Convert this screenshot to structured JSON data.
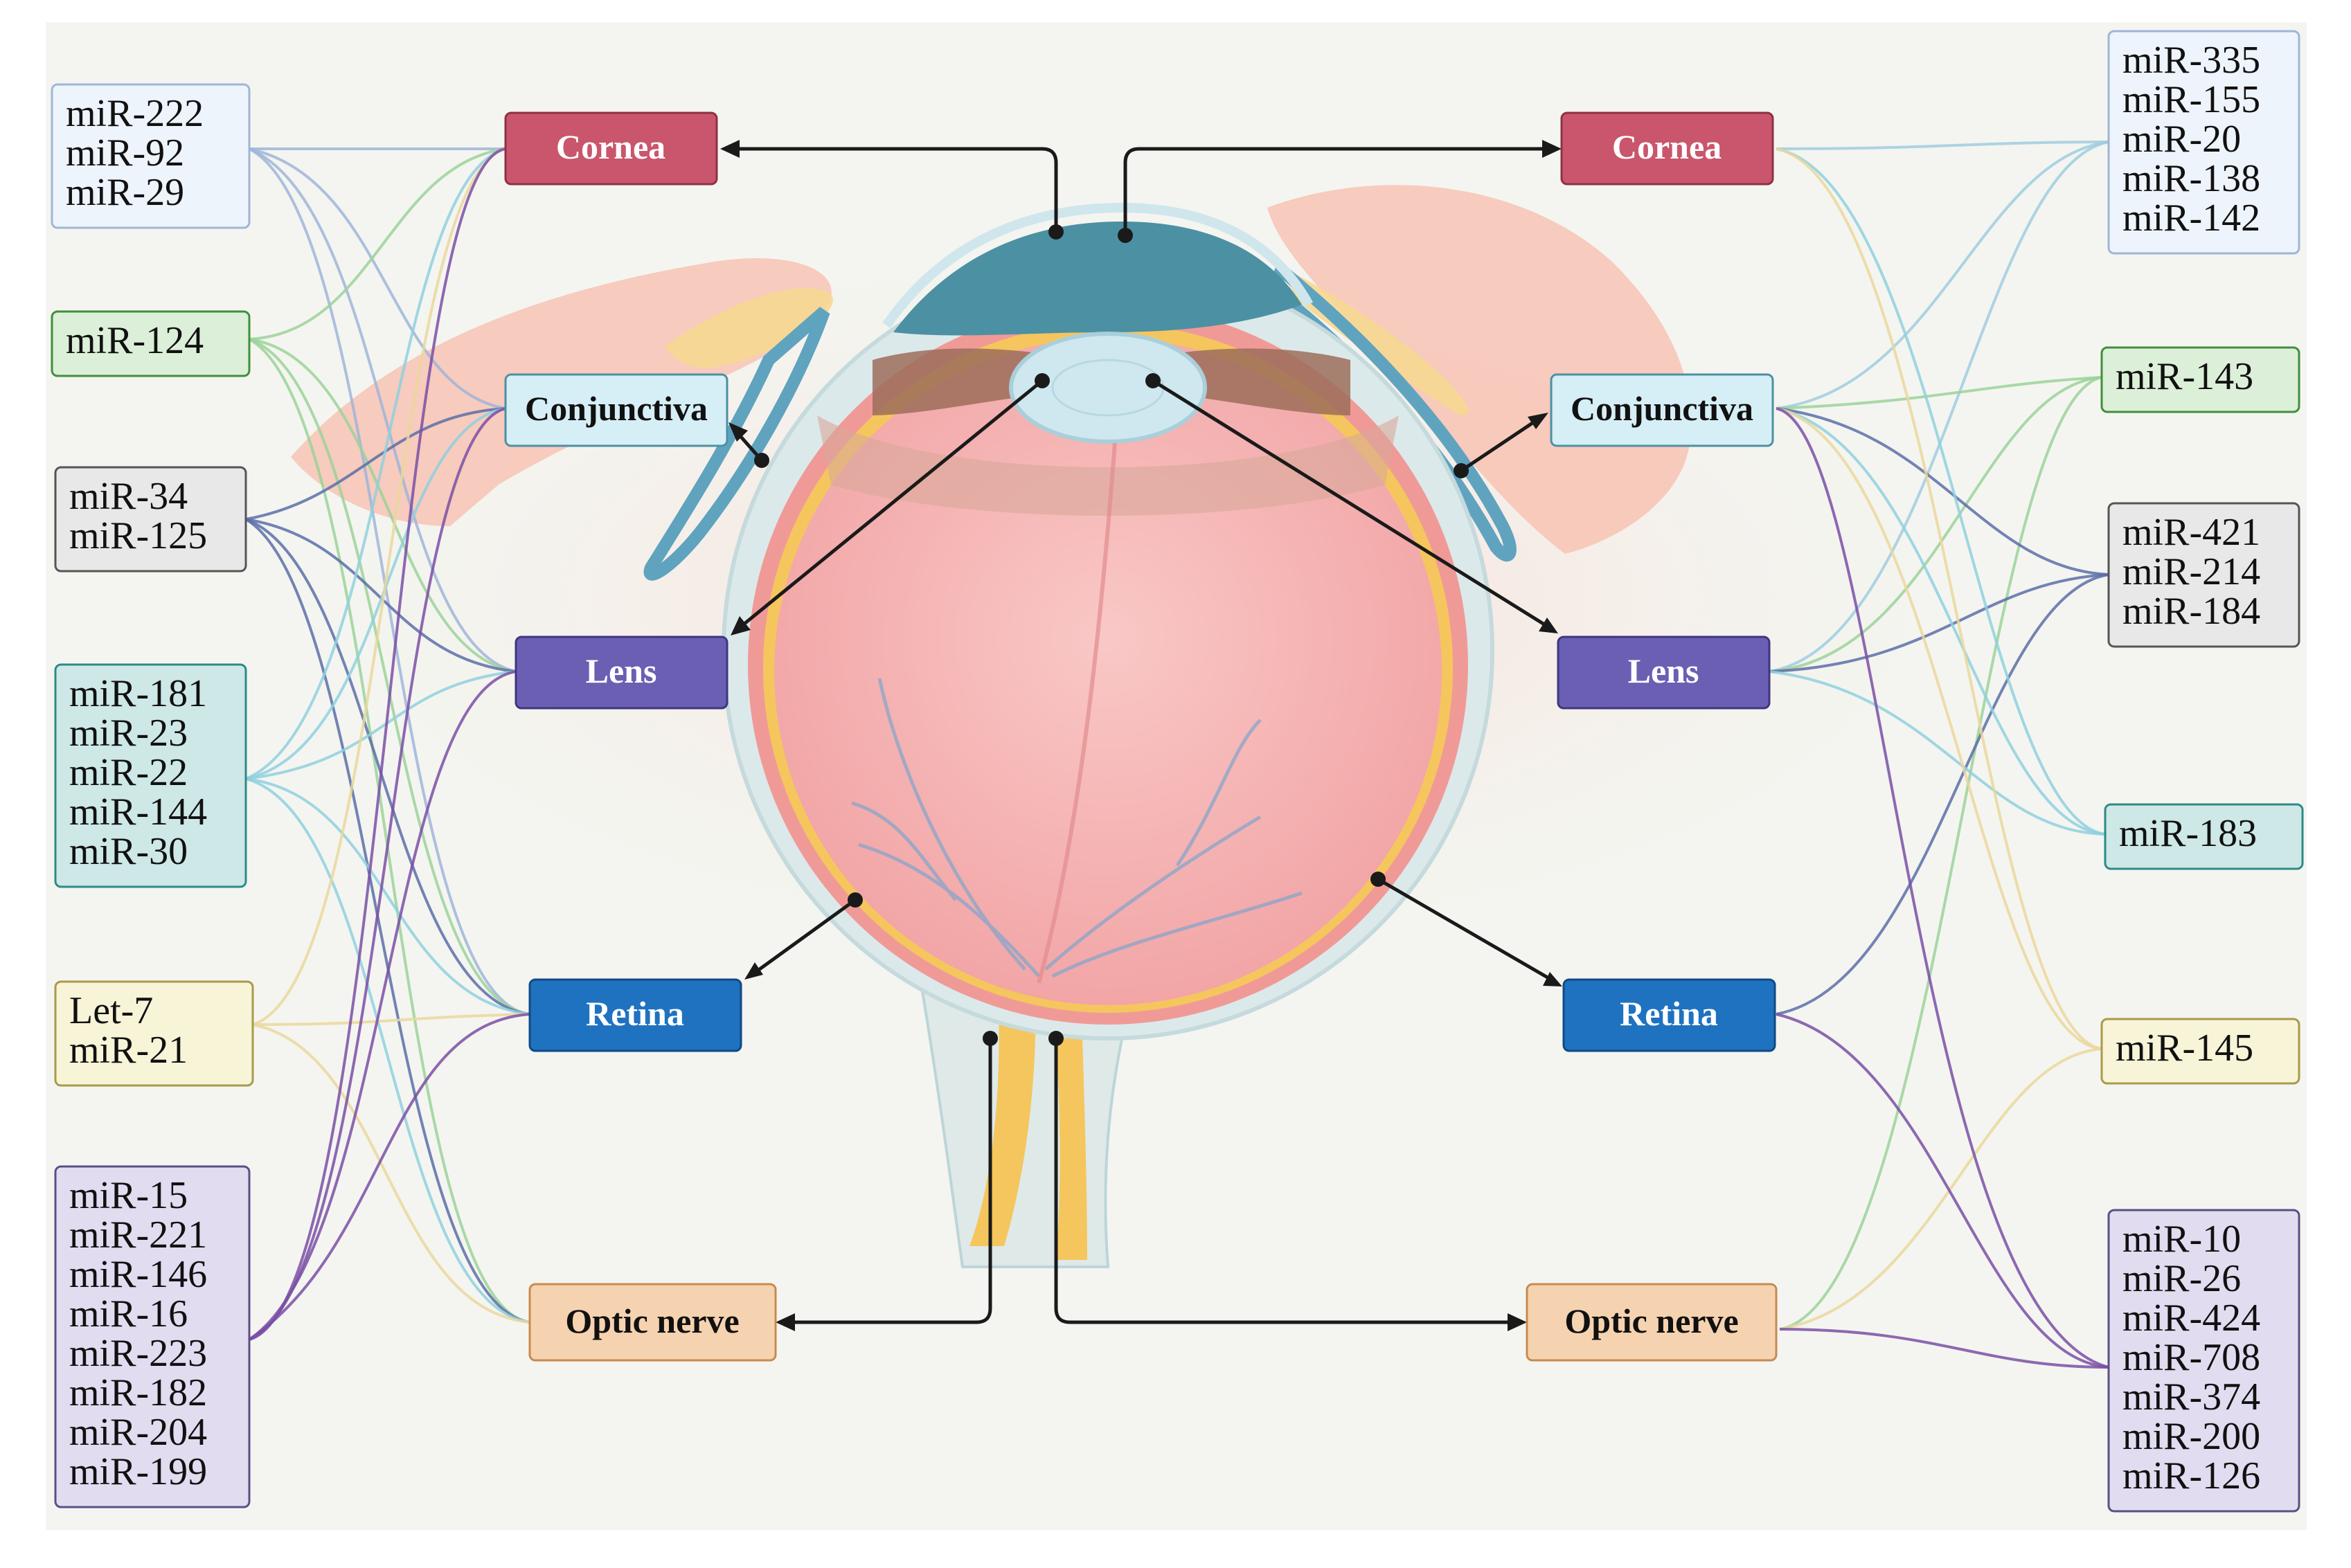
{
  "colors": {
    "background": "#f4f5f0",
    "cornea": "#c9566c",
    "conjunctiva": "#d6eef5",
    "lens": "#6a5fb3",
    "retina": "#1f72c0",
    "optic_nerve": "#f6d3b0",
    "blue_group": "#eef4fb",
    "green_group": "#dcefd8",
    "gray_group": "#e8e8e8",
    "teal_group": "#cde8e6",
    "yellow_group": "#f7f4d7",
    "purple_group": "#e1dcef"
  },
  "tissues": {
    "cornea": "Cornea",
    "conjunctiva": "Conjunctiva",
    "lens": "Lens",
    "retina": "Retina",
    "optic_nerve": "Optic nerve"
  },
  "left_groups": [
    {
      "id": "L1",
      "color": "blue",
      "items": [
        "miR-222",
        "miR-92",
        "miR-29"
      ]
    },
    {
      "id": "L2",
      "color": "green",
      "items": [
        "miR-124"
      ]
    },
    {
      "id": "L3",
      "color": "gray",
      "items": [
        "miR-34",
        "miR-125"
      ]
    },
    {
      "id": "L4",
      "color": "teal",
      "items": [
        "miR-181",
        "miR-23",
        "miR-22",
        "miR-144",
        "miR-30"
      ]
    },
    {
      "id": "L5",
      "color": "yellow",
      "items": [
        "Let-7",
        "miR-21"
      ]
    },
    {
      "id": "L6",
      "color": "purple",
      "items": [
        "miR-15",
        "miR-221",
        "miR-146",
        "miR-16",
        "miR-223",
        "miR-182",
        "miR-204",
        "miR-199"
      ]
    }
  ],
  "right_groups": [
    {
      "id": "R1",
      "color": "blue",
      "items": [
        "miR-335",
        "miR-155",
        "miR-20",
        "miR-138",
        "miR-142"
      ]
    },
    {
      "id": "R2",
      "color": "green",
      "items": [
        "miR-143"
      ]
    },
    {
      "id": "R3",
      "color": "gray",
      "items": [
        "miR-421",
        "miR-214",
        "miR-184"
      ]
    },
    {
      "id": "R4",
      "color": "teal",
      "items": [
        "miR-183"
      ]
    },
    {
      "id": "R5",
      "color": "yellow",
      "items": [
        "miR-145"
      ]
    },
    {
      "id": "R6",
      "color": "purple",
      "items": [
        "miR-10",
        "miR-26",
        "miR-424",
        "miR-708",
        "miR-374",
        "miR-200",
        "miR-126"
      ]
    }
  ]
}
